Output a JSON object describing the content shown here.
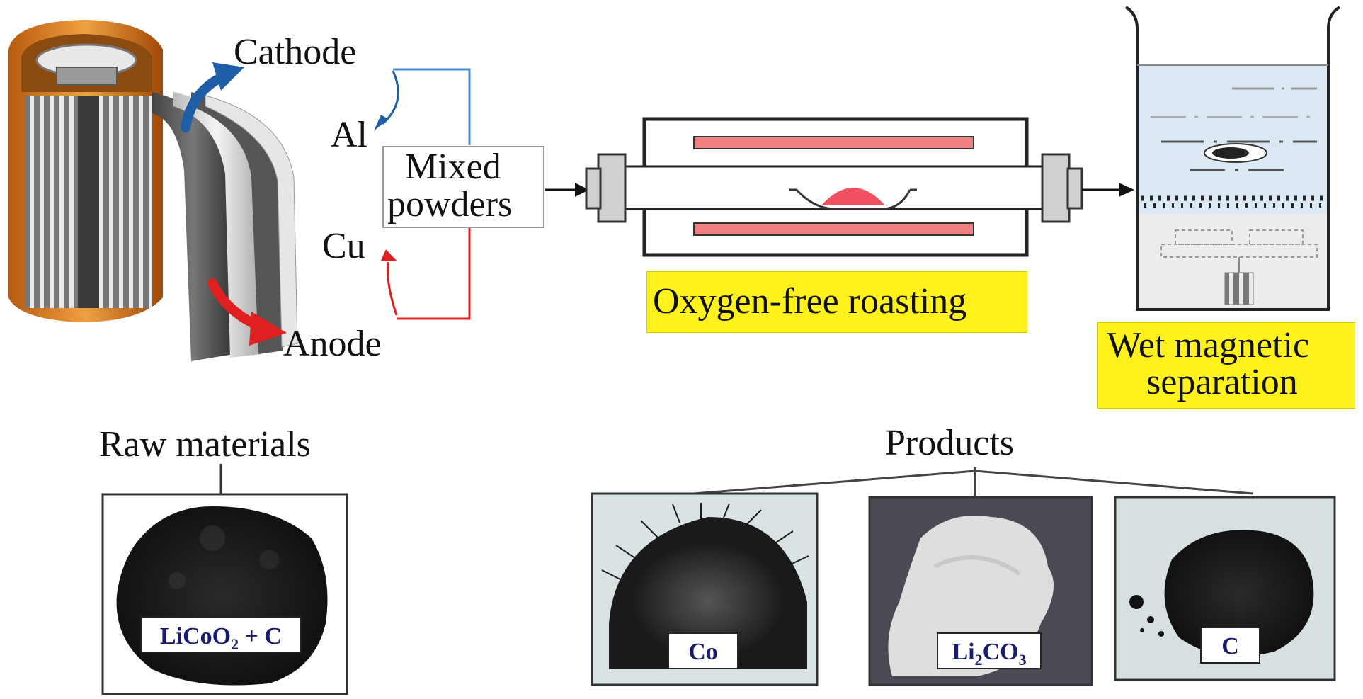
{
  "labels": {
    "cathode": "Cathode",
    "al": "Al",
    "cu": "Cu",
    "anode": "Anode",
    "mixed_line1": "Mixed",
    "mixed_line2": "powders",
    "roasting": "Oxygen-free roasting",
    "wet_line1": "Wet magnetic",
    "wet_line2": "separation",
    "raw_materials": "Raw materials",
    "products": "Products"
  },
  "raw_sample": {
    "label_prefix": "LiCoO",
    "label_sub": "2",
    "label_suffix": " + C"
  },
  "products": [
    {
      "text_a": "Co",
      "sub": "",
      "text_b": ""
    },
    {
      "text_a": "Li",
      "sub": "2",
      "text_b": "CO",
      "sub2": "3"
    },
    {
      "text_a": "C",
      "sub": "",
      "text_b": ""
    }
  ],
  "colors": {
    "cathode_arrow": "#1f5fa8",
    "anode_arrow": "#e02020",
    "heater": "#f08080",
    "highlight": "#fff21c",
    "water": "#dce9f5"
  }
}
